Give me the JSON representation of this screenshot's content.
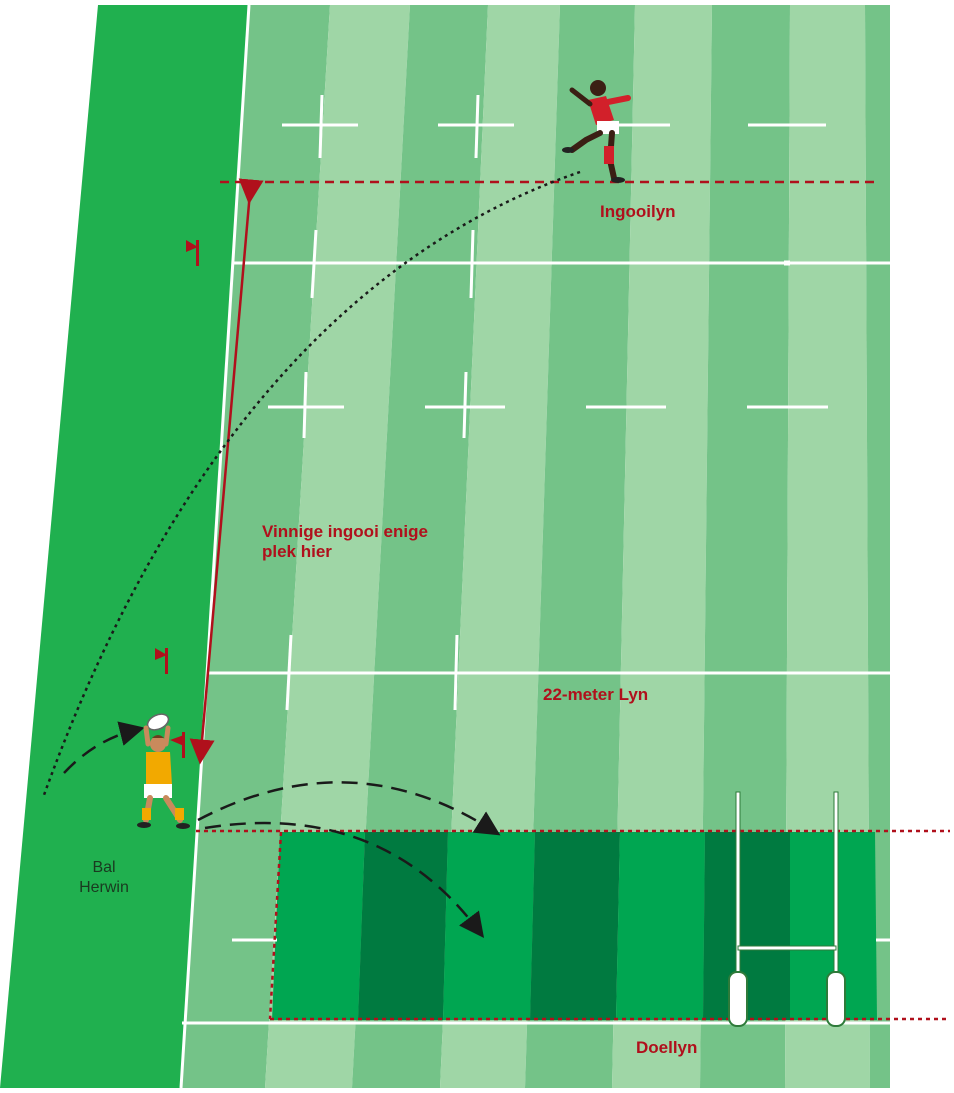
{
  "labels": {
    "ingooilyn": "Ingooilyn",
    "vinnige_line1": "Vinnige ingooi enige",
    "vinnige_line2": "plek hier",
    "twentytwo": "22-meter Lyn",
    "doellyn": "Doellyn",
    "bal_line1": "Bal",
    "bal_line2": "Herwin"
  },
  "colors": {
    "touch_green": "#20b04f",
    "stripe_light": "#9fd6a6",
    "stripe_mid": "#74c388",
    "ingoal_green": "#00a651",
    "ingoal_dark": "#007a40",
    "line_red": "#b0101c",
    "line_white": "#ffffff"
  },
  "icons": {
    "kicker": "red-kit-player-kicking-icon",
    "catcher": "yellow-kit-player-catching-icon",
    "flags": "touch-flag-icon",
    "posts": "goal-posts-icon",
    "ball": "rugby-ball-icon"
  }
}
